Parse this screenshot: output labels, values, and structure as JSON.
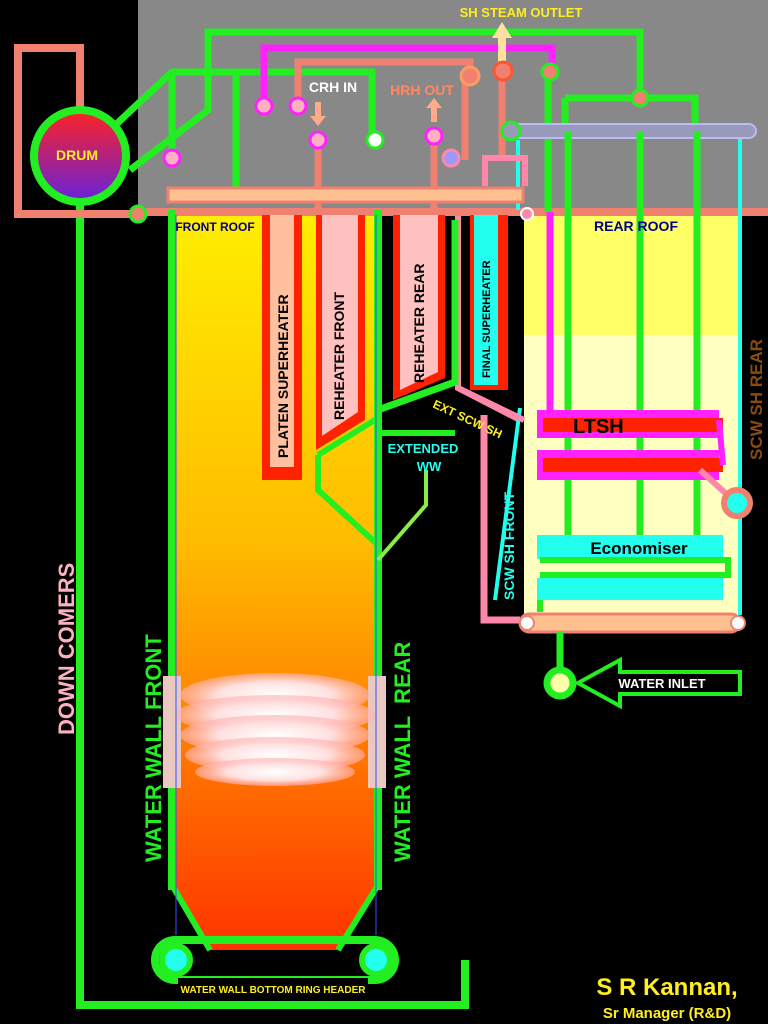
{
  "labels": {
    "sh_steam_outlet": "SH STEAM OUTLET",
    "drum": "DRUM",
    "crh_in": "CRH IN",
    "hrh_out": "HRH OUT",
    "front_roof": "FRONT ROOF",
    "rear_roof": "REAR ROOF",
    "platen_superheater": "PLATEN SUPERHEATER",
    "reheater_front": "REHEATER FRONT",
    "reheater_rear": "REHEATER REAR",
    "final_superheater": "FINAL SUPERHEATER",
    "ext_scw_sh": "EXT SCW SH",
    "extended_ww_line1": "EXTENDED",
    "extended_ww_line2": "WW",
    "scw_sh_front": "SCW SH FRONT",
    "scw_sh_rear": "SCW SH REAR",
    "ltsh": "LTSH",
    "economiser": "Economiser",
    "water_inlet": "WATER INLET",
    "down_comers": "DOWN COMERS",
    "water_wall_front": "WATER WALL FRONT",
    "water_wall_rear": "WATER WALL  REAR",
    "bottom_ring_header": "WATER WALL BOTTOM RING HEADER"
  },
  "author": {
    "name": "S R Kannan,",
    "title": "Sr Manager (R&D)"
  },
  "colors": {
    "water_green": "#22ee22",
    "steam_salmon": "#f08070",
    "pink_tube": "#ff88aa",
    "magenta": "#ff22ff",
    "cyan": "#22ffee",
    "header_gray": "#888888",
    "drum_gradient_top": "#ff2222",
    "drum_gradient_bottom": "#6622dd",
    "label_yellow": "#ffee22",
    "label_orange": "#ff8866",
    "rear_label_brown": "#8b4a10"
  }
}
